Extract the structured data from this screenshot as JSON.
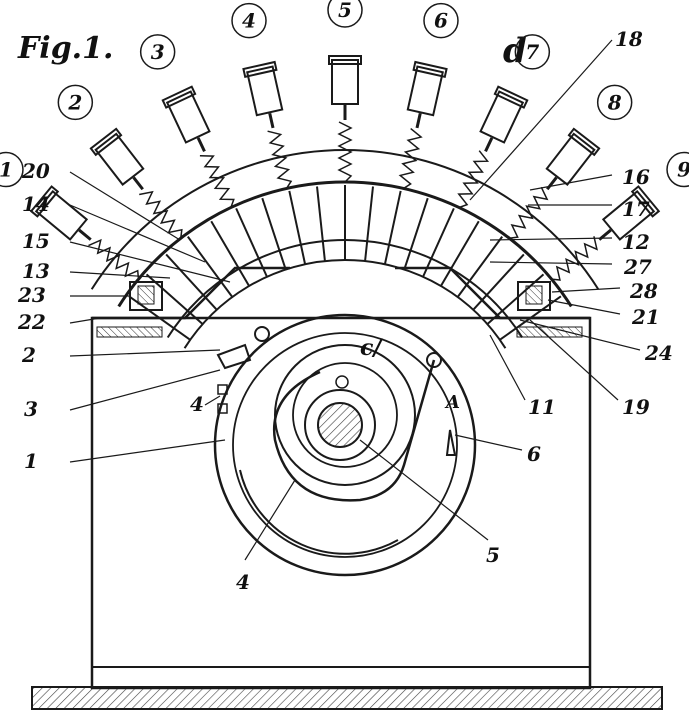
{
  "figure": {
    "title": "Fig.1.",
    "corner_mark": "d",
    "key_numbers": [
      "1",
      "2",
      "3",
      "4",
      "5",
      "6",
      "7",
      "8",
      "9"
    ],
    "left_callouts": [
      "20",
      "14",
      "15",
      "13",
      "23",
      "22",
      "2",
      "3",
      "4",
      "1"
    ],
    "right_callouts": [
      "18",
      "16",
      "17",
      "12",
      "27",
      "28",
      "21",
      "24",
      "11",
      "19",
      "6"
    ],
    "bottom_callouts": [
      "4",
      "5"
    ],
    "inner_marks": [
      "c/",
      "A"
    ],
    "colors": {
      "ink": "#1a1a1a",
      "paper": "#ffffff",
      "hatch": "#444444"
    }
  }
}
